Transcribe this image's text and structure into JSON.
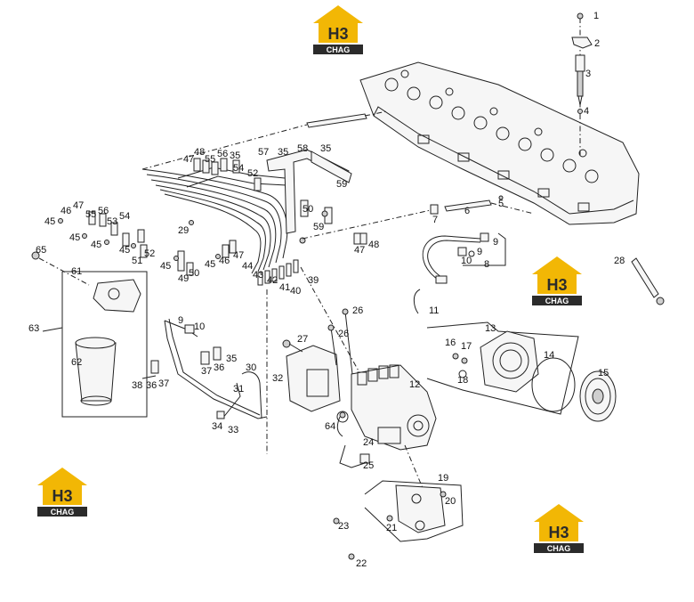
{
  "logo": {
    "text_main": "H3",
    "text_sub": "CHAG",
    "color_yellow": "#f2b705",
    "color_dark": "#2b2b2b"
  },
  "callouts": [
    {
      "id": "1",
      "label": "1"
    },
    {
      "id": "2",
      "label": "2"
    },
    {
      "id": "3",
      "label": "3"
    },
    {
      "id": "4",
      "label": "4"
    },
    {
      "id": "5",
      "label": "5"
    },
    {
      "id": "6",
      "label": "6"
    },
    {
      "id": "7",
      "label": "7"
    },
    {
      "id": "8",
      "label": "8"
    },
    {
      "id": "9a",
      "label": "9"
    },
    {
      "id": "9b",
      "label": "9"
    },
    {
      "id": "9c",
      "label": "9"
    },
    {
      "id": "10a",
      "label": "10"
    },
    {
      "id": "10b",
      "label": "10"
    },
    {
      "id": "11",
      "label": "11"
    },
    {
      "id": "12",
      "label": "12"
    },
    {
      "id": "13",
      "label": "13"
    },
    {
      "id": "14",
      "label": "14"
    },
    {
      "id": "15",
      "label": "15"
    },
    {
      "id": "16",
      "label": "16"
    },
    {
      "id": "17",
      "label": "17"
    },
    {
      "id": "18",
      "label": "18"
    },
    {
      "id": "19",
      "label": "19"
    },
    {
      "id": "20",
      "label": "20"
    },
    {
      "id": "21",
      "label": "21"
    },
    {
      "id": "22",
      "label": "22"
    },
    {
      "id": "23",
      "label": "23"
    },
    {
      "id": "24",
      "label": "24"
    },
    {
      "id": "25",
      "label": "25"
    },
    {
      "id": "26a",
      "label": "26"
    },
    {
      "id": "26b",
      "label": "26"
    },
    {
      "id": "27",
      "label": "27"
    },
    {
      "id": "28",
      "label": "28"
    },
    {
      "id": "29",
      "label": "29"
    },
    {
      "id": "30",
      "label": "30"
    },
    {
      "id": "31",
      "label": "31"
    },
    {
      "id": "32",
      "label": "32"
    },
    {
      "id": "33",
      "label": "33"
    },
    {
      "id": "34",
      "label": "34"
    },
    {
      "id": "35a",
      "label": "35"
    },
    {
      "id": "35b",
      "label": "35"
    },
    {
      "id": "35c",
      "label": "35"
    },
    {
      "id": "35d",
      "label": "35"
    },
    {
      "id": "36",
      "label": "36"
    },
    {
      "id": "36b",
      "label": "36"
    },
    {
      "id": "37",
      "label": "37"
    },
    {
      "id": "37b",
      "label": "37"
    },
    {
      "id": "38",
      "label": "38"
    },
    {
      "id": "39",
      "label": "39"
    },
    {
      "id": "40",
      "label": "40"
    },
    {
      "id": "41",
      "label": "41"
    },
    {
      "id": "42",
      "label": "42"
    },
    {
      "id": "43",
      "label": "43"
    },
    {
      "id": "44",
      "label": "44"
    },
    {
      "id": "45a",
      "label": "45"
    },
    {
      "id": "45b",
      "label": "45"
    },
    {
      "id": "45c",
      "label": "45"
    },
    {
      "id": "45d",
      "label": "45"
    },
    {
      "id": "45e",
      "label": "45"
    },
    {
      "id": "45f",
      "label": "45"
    },
    {
      "id": "46a",
      "label": "46"
    },
    {
      "id": "46b",
      "label": "46"
    },
    {
      "id": "47a",
      "label": "47"
    },
    {
      "id": "47b",
      "label": "47"
    },
    {
      "id": "47c",
      "label": "47"
    },
    {
      "id": "47d",
      "label": "47"
    },
    {
      "id": "48a",
      "label": "48"
    },
    {
      "id": "48b",
      "label": "48"
    },
    {
      "id": "49",
      "label": "49"
    },
    {
      "id": "50a",
      "label": "50"
    },
    {
      "id": "50b",
      "label": "50"
    },
    {
      "id": "51",
      "label": "51"
    },
    {
      "id": "52a",
      "label": "52"
    },
    {
      "id": "52b",
      "label": "52"
    },
    {
      "id": "53",
      "label": "53"
    },
    {
      "id": "54a",
      "label": "54"
    },
    {
      "id": "54b",
      "label": "54"
    },
    {
      "id": "55a",
      "label": "55"
    },
    {
      "id": "55b",
      "label": "55"
    },
    {
      "id": "56a",
      "label": "56"
    },
    {
      "id": "56b",
      "label": "56"
    },
    {
      "id": "57",
      "label": "57"
    },
    {
      "id": "58",
      "label": "58"
    },
    {
      "id": "59a",
      "label": "59"
    },
    {
      "id": "59b",
      "label": "59"
    },
    {
      "id": "61",
      "label": "61"
    },
    {
      "id": "62",
      "label": "62"
    },
    {
      "id": "63",
      "label": "63"
    },
    {
      "id": "64",
      "label": "64"
    },
    {
      "id": "65",
      "label": "65"
    }
  ]
}
